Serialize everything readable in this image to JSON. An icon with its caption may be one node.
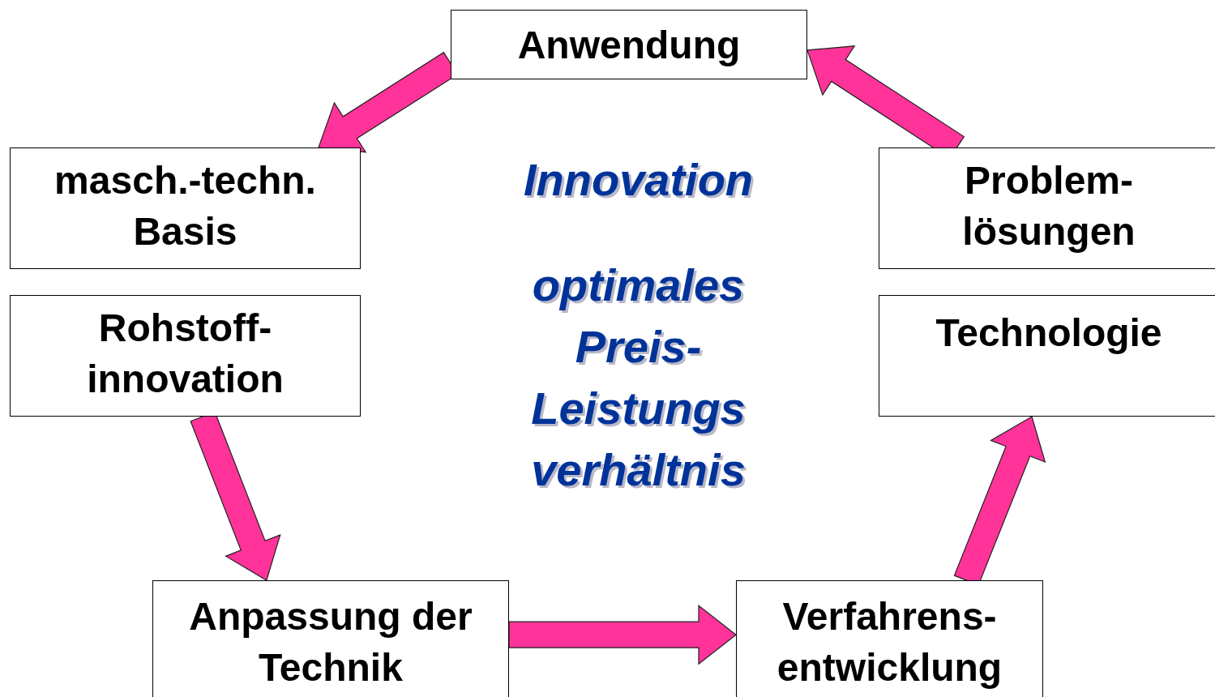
{
  "diagram": {
    "nodes": [
      {
        "text": [
          "Anwendung"
        ]
      },
      {
        "text": [
          "masch.-techn. Basis"
        ]
      },
      {
        "text": [
          "Rohstoff- innovation"
        ]
      },
      {
        "text": [
          "Problem- lösungen"
        ]
      },
      {
        "text": [
          "Technologie"
        ]
      },
      {
        "text": [
          "Anpassung der Technik"
        ]
      },
      {
        "text": [
          "Verfahrens- entwicklung"
        ]
      }
    ],
    "edges": [
      {
        "from": 0,
        "to": 1,
        "arrow": "to"
      },
      {
        "from": 2,
        "to": 5,
        "arrow": "to"
      },
      {
        "from": 5,
        "to": 6,
        "arrow": "to"
      },
      {
        "from": 6,
        "to": 4,
        "arrow": "to"
      },
      {
        "from": 3,
        "to": 0,
        "arrow": "to"
      }
    ],
    "labels": [
      "Innovation",
      "optimales Preis- Leistungs verhältnis"
    ]
  }
}
